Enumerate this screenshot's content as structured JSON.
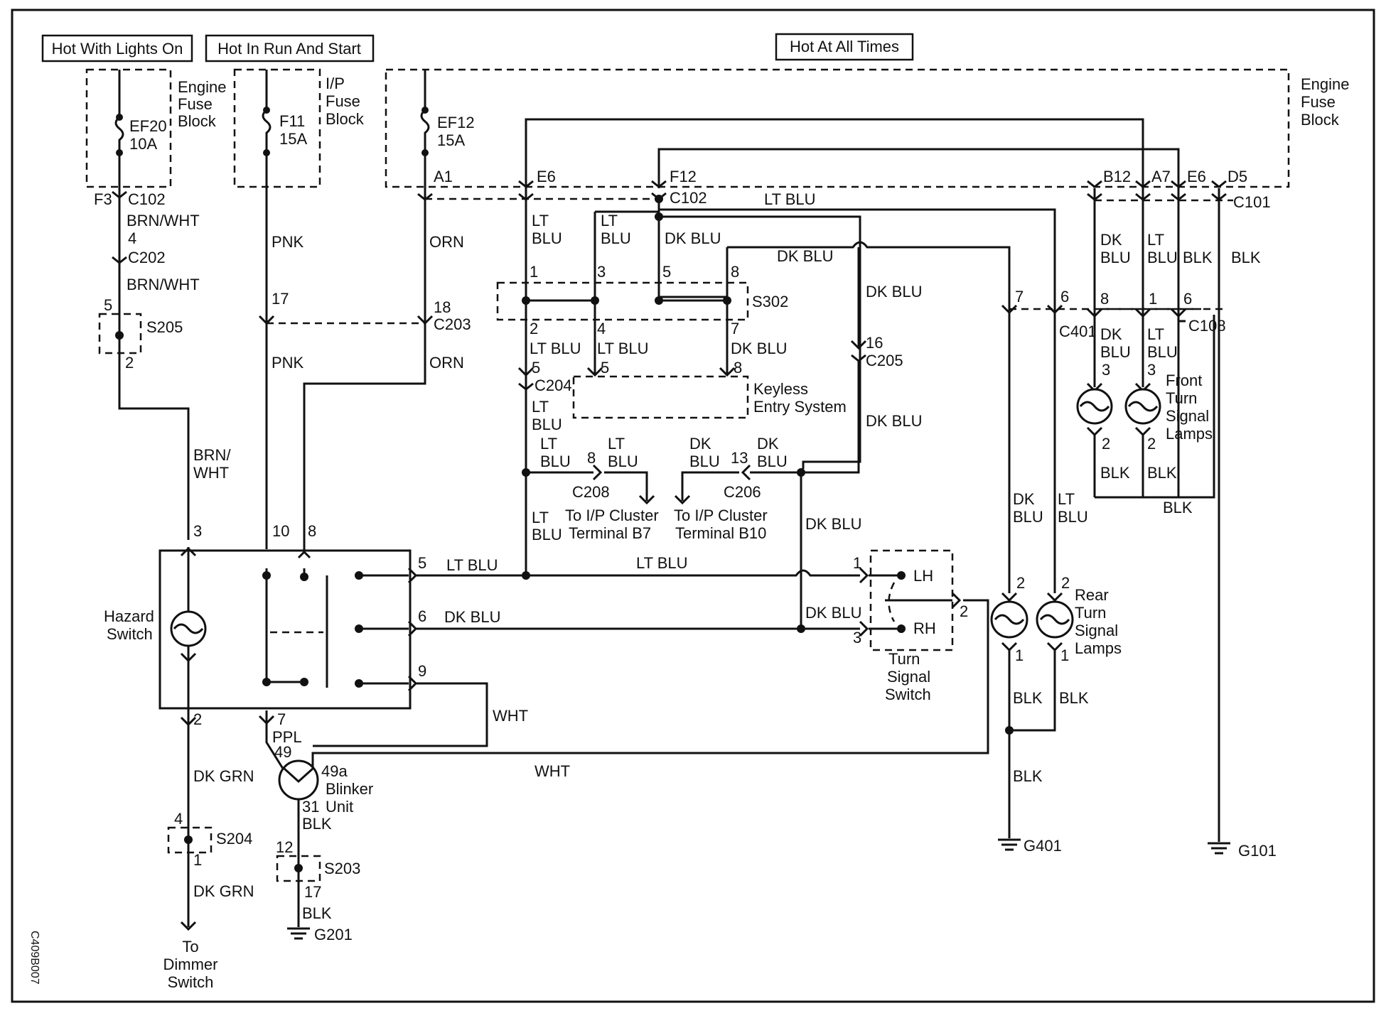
{
  "headers": {
    "hot_lights_on": "Hot With Lights On",
    "hot_run_start": "Hot In Run And Start",
    "hot_all_times": "Hot At All Times"
  },
  "fuse_blocks": {
    "engine_left": [
      "Engine",
      "Fuse",
      "Block"
    ],
    "ip": [
      "I/P",
      "Fuse",
      "Block"
    ],
    "engine_right": [
      "Engine",
      "Fuse",
      "Block"
    ]
  },
  "fuses": {
    "ef20": {
      "name": "EF20",
      "rating": "10A"
    },
    "f11": {
      "name": "F11",
      "rating": "15A"
    },
    "ef12": {
      "name": "EF12",
      "rating": "15A"
    }
  },
  "wire_colors": {
    "brn_wht": "BRN/WHT",
    "brn": "BRN/",
    "wht_part": "WHT",
    "pnk": "PNK",
    "orn": "ORN",
    "lt": "LT",
    "blu": "BLU",
    "dk": "DK",
    "lt_blu": "LT BLU",
    "dk_blu": "DK BLU",
    "blk": "BLK",
    "wht": "WHT",
    "dk_grn": "DK GRN",
    "ppl": "PPL"
  },
  "connectors": {
    "c102": "C102",
    "c202": "C202",
    "c203": "C203",
    "c204": "C204",
    "c205": "C205",
    "c206": "C206",
    "c208": "C208",
    "c401": "C401",
    "c108": "C108",
    "c101": "C101",
    "f3": "F3",
    "a1": "A1",
    "e6": "E6",
    "f12": "F12",
    "b12": "B12",
    "a7": "A7",
    "d5": "D5"
  },
  "splices": {
    "s205": "S205",
    "s302": "S302",
    "s204": "S204",
    "s203": "S203"
  },
  "components": {
    "keyless": [
      "Keyless",
      "Entry System"
    ],
    "cluster_b7": [
      "To I/P Cluster",
      "Terminal B7"
    ],
    "cluster_b10": [
      "To I/P Cluster",
      "Terminal B10"
    ],
    "hazard": [
      "Hazard",
      "Switch"
    ],
    "turn_switch": [
      "Turn",
      "Signal",
      "Switch"
    ],
    "lh": "LH",
    "rh": "RH",
    "front_lamps": [
      "Front",
      "Turn",
      "Signal",
      "Lamps"
    ],
    "rear_lamps": [
      "Rear",
      "Turn",
      "Signal",
      "Lamps"
    ],
    "blinker": [
      "Blinker",
      "Unit"
    ],
    "dimmer": [
      "To",
      "Dimmer",
      "Switch"
    ]
  },
  "grounds": {
    "g401": "G401",
    "g101": "G101",
    "g201": "G201"
  },
  "pins": {
    "p1": "1",
    "p2": "2",
    "p3": "3",
    "p4": "4",
    "p5": "5",
    "p6": "6",
    "p7": "7",
    "p8": "8",
    "p9": "9",
    "p10": "10",
    "p12": "12",
    "p13": "13",
    "p16": "16",
    "p17": "17",
    "p18": "18",
    "p31": "31",
    "p49": "49",
    "p49a": "49a"
  },
  "figure_id": "C409B007"
}
